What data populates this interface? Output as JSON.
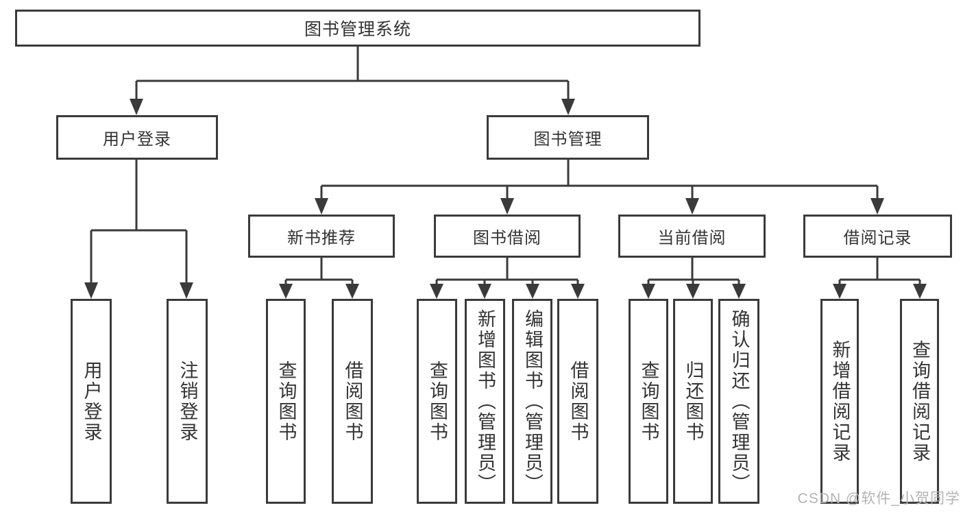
{
  "nodes": {
    "root": "图书管理系统",
    "user_login": "用户登录",
    "book_mgmt": "图书管理",
    "new_book_rec": "新书推荐",
    "book_borrow": "图书借阅",
    "current_borrow": "当前借阅",
    "borrow_records": "借阅记录",
    "leaf_user_login": "用户登录",
    "leaf_logout": "注销登录",
    "leaf_nb_query": "查询图书",
    "leaf_nb_borrow": "借阅图书",
    "leaf_bb_query": "查询图书",
    "leaf_bb_add": "新增图书（管理员）",
    "leaf_bb_edit": "编辑图书（管理员）",
    "leaf_bb_borrow": "借阅图书",
    "leaf_cb_query": "查询图书",
    "leaf_cb_return": "归还图书",
    "leaf_cb_confirm": "确认归还（管理员）",
    "leaf_br_add": "新增借阅记录",
    "leaf_br_query": "查询借阅记录"
  },
  "watermark": "CSDN @软件_小贺同学",
  "colors": {
    "line": "#3a3a3a",
    "text": "#333333",
    "background": "#ffffff",
    "watermark": "#b3b3b3"
  }
}
